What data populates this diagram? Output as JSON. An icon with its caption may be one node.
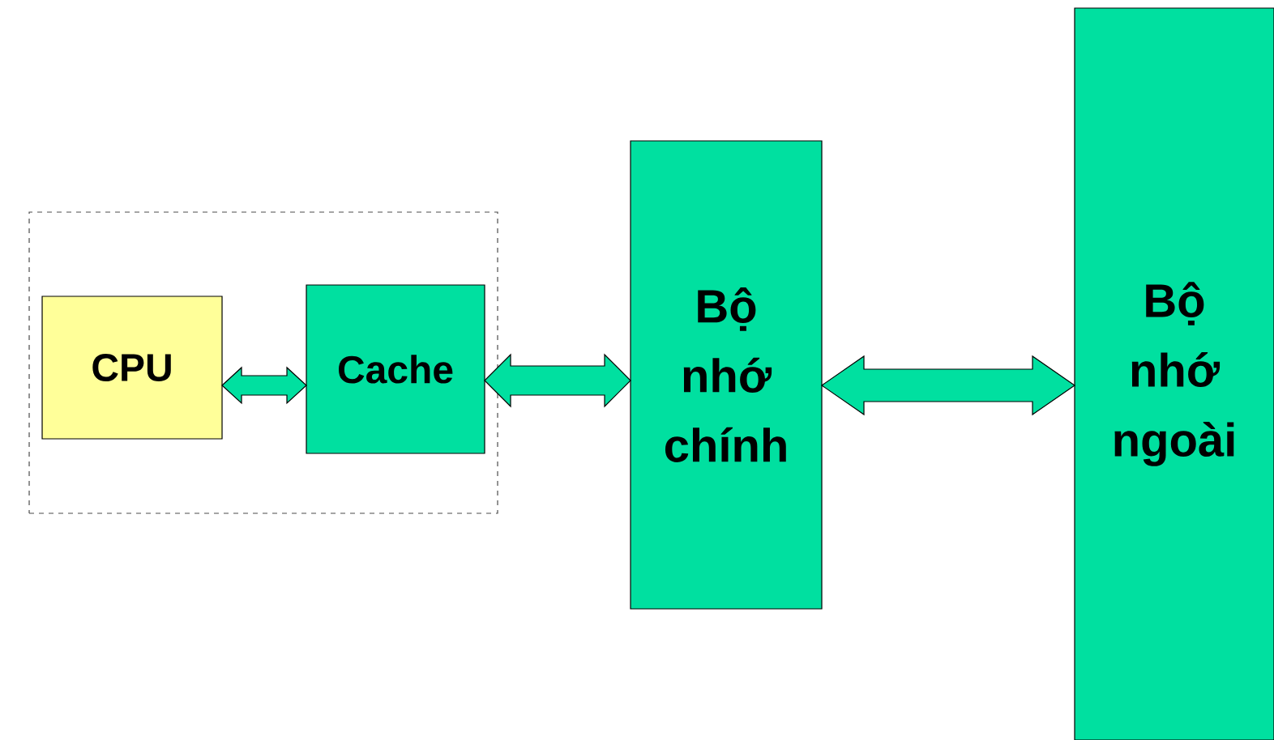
{
  "diagram": {
    "nodes": [
      {
        "text": [],
        "shape": "box"
      },
      {
        "text": [
          "CPU"
        ],
        "in": 0
      },
      {
        "text": [
          "Cache"
        ],
        "in": 0
      },
      {
        "text": [
          "Bộ nhớ chính"
        ]
      },
      {
        "text": [
          "Bộ nhớ ngoài"
        ]
      }
    ],
    "edges": [
      {
        "from": 1,
        "to": 2,
        "arrow": "both"
      },
      {
        "from": 2,
        "to": 3,
        "arrow": "both"
      },
      {
        "from": 3,
        "to": 4,
        "arrow": "both"
      }
    ]
  }
}
